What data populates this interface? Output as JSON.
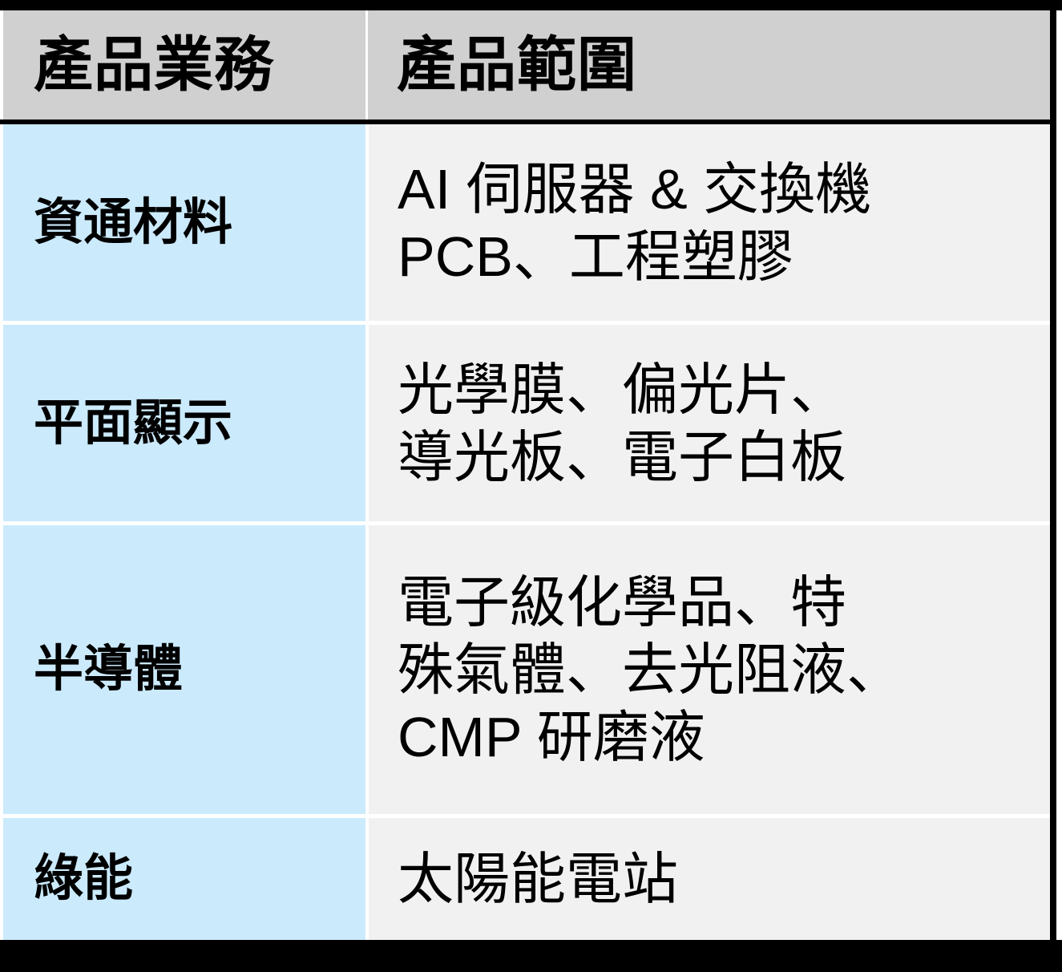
{
  "table": {
    "header": {
      "col_business": "產品業務",
      "col_scope": "產品範圍"
    },
    "rows": [
      {
        "business": "資通材料",
        "scope_lines": [
          "AI 伺服器 & 交換機",
          "PCB、工程塑膠"
        ]
      },
      {
        "business": "平面顯示",
        "scope_lines": [
          "光學膜、偏光片、",
          "導光板、電子白板"
        ]
      },
      {
        "business": "半導體",
        "scope_lines": [
          "電子級化學品、特",
          "殊氣體、去光阻液、",
          "CMP 研磨液"
        ]
      },
      {
        "business": "綠能",
        "scope_lines": [
          "太陽能電站"
        ]
      }
    ]
  },
  "colors": {
    "header_bg": "#d0d0d0",
    "business_bg": "#cbeafc",
    "scope_bg": "#f1f1f1",
    "rule": "#000000",
    "text": "#000000"
  }
}
